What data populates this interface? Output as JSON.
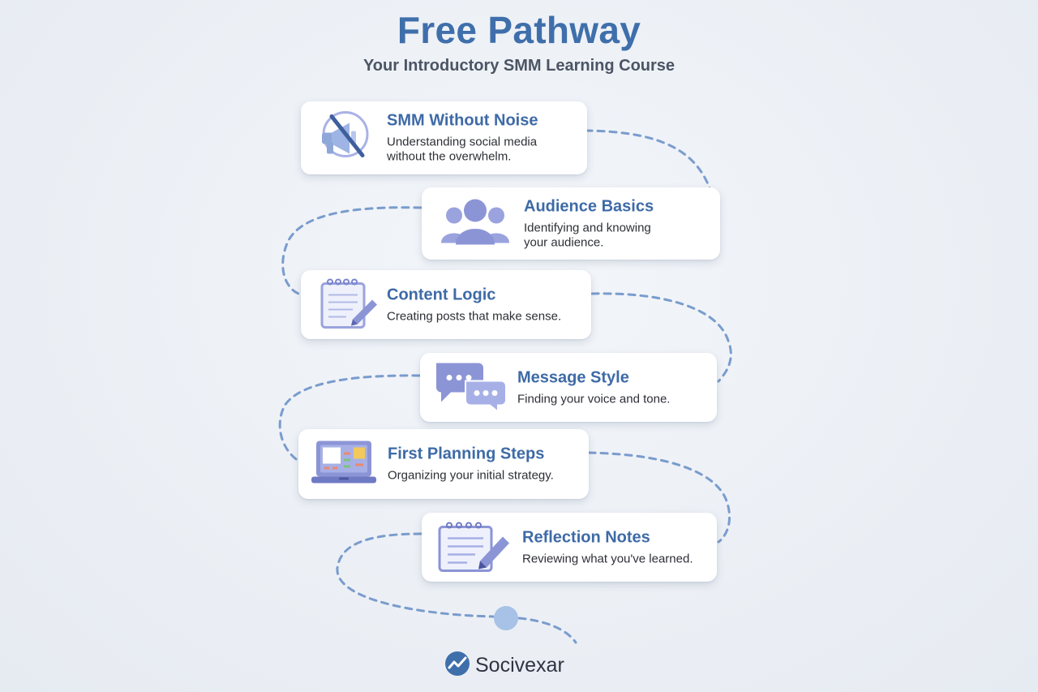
{
  "header": {
    "title": "Free Pathway",
    "subtitle": "Your Introductory SMM Learning Course"
  },
  "steps": [
    {
      "title": "SMM Without Noise",
      "description": "Understanding social media\nwithout the overwhelm.",
      "icon": "muted-megaphone-icon"
    },
    {
      "title": "Audience Basics",
      "description": "Identifying and knowing\nyour audience.",
      "icon": "audience-group-icon"
    },
    {
      "title": "Content Logic",
      "description": "Creating posts that make sense.",
      "icon": "notepad-pencil-icon"
    },
    {
      "title": "Message Style",
      "description": "Finding your voice and tone.",
      "icon": "chat-bubbles-icon"
    },
    {
      "title": "First Planning Steps",
      "description": "Organizing your initial strategy.",
      "icon": "planning-laptop-icon"
    },
    {
      "title": "Reflection Notes",
      "description": "Reviewing what you've learned.",
      "icon": "reflection-notepad-icon"
    }
  ],
  "brand": {
    "name": "Socivexar",
    "icon": "socivexar-logo-icon"
  },
  "colors": {
    "title": "#3f6fab",
    "card_title": "#3e6aa6",
    "icon_fill": "#9aa3de",
    "path_line": "#7a9ccd",
    "background": "#eef1f6"
  }
}
